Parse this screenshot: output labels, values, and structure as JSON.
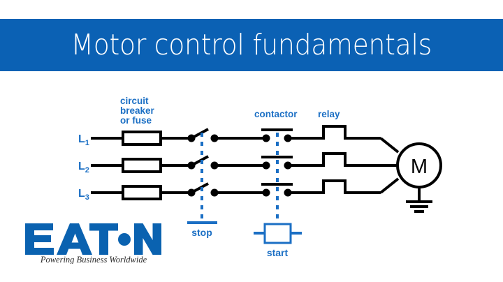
{
  "banner": {
    "title": "Motor control fundamentals",
    "background_color": "#0b61b4",
    "text_color": "#ffffff"
  },
  "colors": {
    "accent_blue": "#1b6fc4",
    "logo_blue": "#0a62b0",
    "wire_black": "#000000",
    "background": "#ffffff"
  },
  "diagram": {
    "type": "motor-control-schematic",
    "line_labels": [
      {
        "base": "L",
        "sub": "1"
      },
      {
        "base": "L",
        "sub": "2"
      },
      {
        "base": "L",
        "sub": "3"
      }
    ],
    "annotations": {
      "breaker": "circuit\nbreaker\nor fuse",
      "breaker_line1": "circuit",
      "breaker_line2": "breaker",
      "breaker_line3": "or fuse",
      "contactor": "contactor",
      "relay": "relay",
      "stop": "stop",
      "start": "start"
    },
    "motor_symbol": "M",
    "components": [
      "fuse",
      "disconnect-switch",
      "contactor-contact",
      "overload-relay-element",
      "motor",
      "ground"
    ]
  },
  "logo": {
    "wordmark": "EAT N",
    "wordmark_letters": [
      "E",
      "A",
      "T",
      "•",
      "N"
    ],
    "tagline": "Powering Business Worldwide"
  }
}
